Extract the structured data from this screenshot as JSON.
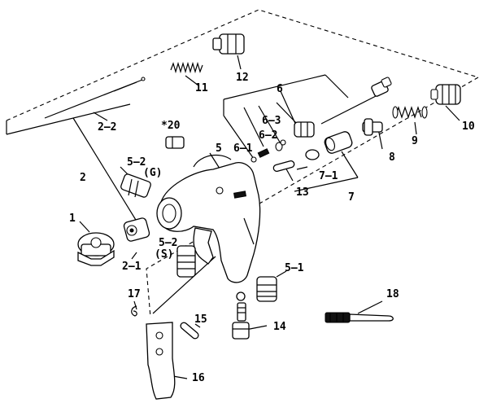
{
  "labels": {
    "p1": "1",
    "p2": "2",
    "p2_1": "2–1",
    "p2_2": "2–2",
    "p5": "5",
    "p5_1": "5–1",
    "p5_2g": "5–2",
    "p5_2g_sub": "(G)",
    "p5_2s": "5–2",
    "p5_2s_sub": "(S)",
    "p6": "6",
    "p6_1": "6–1",
    "p6_2": "6–2",
    "p6_3": "6–3",
    "p7": "7",
    "p7_1": "7–1",
    "p8": "8",
    "p9": "9",
    "p10": "10",
    "p11": "11",
    "p12": "12",
    "p13": "13",
    "p14": "14",
    "p15": "15",
    "p16": "16",
    "p17": "17",
    "p18": "18",
    "p20": "*20"
  }
}
